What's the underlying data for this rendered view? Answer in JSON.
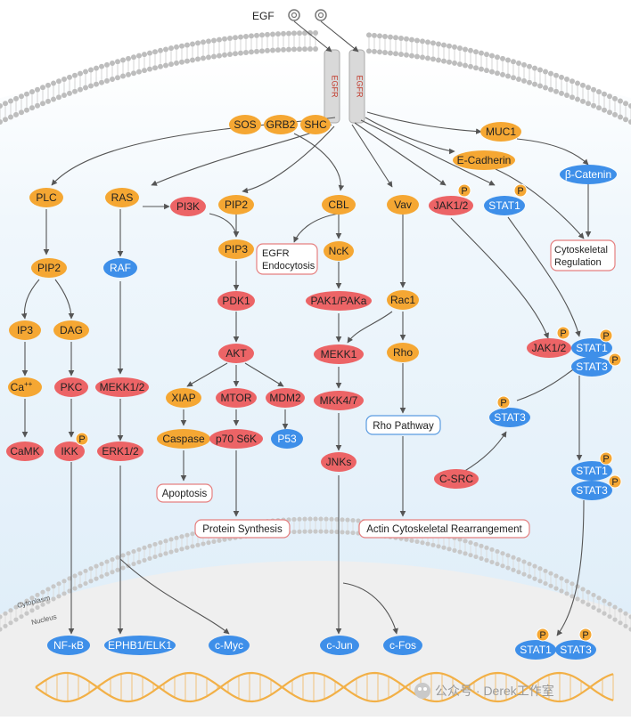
{
  "title": "EGF",
  "colors": {
    "orange": "#f5a733",
    "red": "#ec6466",
    "blue": "#3e8fe9",
    "membrane": "#bdbdbd",
    "arrow": "#555555",
    "dna": "#f2b047",
    "cytoplasm": "#e8f3fb",
    "nucleus": "#efefef"
  },
  "membrane": {
    "receptor_label": "EGFR"
  },
  "compartments": {
    "cytoplasm": "Cytoplasm",
    "nucleus": "Nucleus"
  },
  "nodes": {
    "sos": "SOS",
    "grb2": "GRB2",
    "shc": "SHC",
    "muc1": "MUC1",
    "ecad": "E-Cadherin",
    "bcat": "β-Catenin",
    "plc": "PLC",
    "ras": "RAS",
    "pi3k": "PI3K",
    "pip2b": "PIP2",
    "cbl": "CBL",
    "vav": "Vav",
    "jak": "JAK1/2",
    "stat1top": "STAT1",
    "pip2a": "PIP2",
    "raf": "RAF",
    "pip3": "PIP3",
    "nck": "NcK",
    "ip3": "IP3",
    "dag": "DAG",
    "pdk1": "PDK1",
    "pak": "PAK1/PAKa",
    "rac1": "Rac1",
    "akt": "AKT",
    "mekk1": "MEKK1",
    "rho": "Rho",
    "ca": "Ca",
    "ca_sup": "++",
    "pkc": "PKC",
    "mekk12": "MEKK1/2",
    "xiap": "XIAP",
    "mtor": "MTOR",
    "mdm2": "MDM2",
    "mkk47": "MKK4/7",
    "caspase": "Caspase",
    "p70": "p70 S6K",
    "p53": "P53",
    "camk": "CaMK",
    "ikk": "IKK",
    "erk": "ERK1/2",
    "jnks": "JNKs",
    "stat3mid": "STAT3",
    "csrc": "C-SRC",
    "jak2": "JAK1/2",
    "stat1pair": "STAT1",
    "stat3pair": "STAT3",
    "stat1pair2": "STAT1",
    "stat3pair2": "STAT3",
    "nfkb": "NF-κB",
    "ephb1": "EPHB1/ELK1",
    "cmyc": "c-Myc",
    "cjun": "c-Jun",
    "cfos": "c-Fos",
    "stat1nuc": "STAT1",
    "stat3nuc": "STAT3"
  },
  "boxes": {
    "egfr_endo_1": "EGFR",
    "egfr_endo_2": "Endocytosis",
    "cyto_reg_1": "Cytoskeletal",
    "cyto_reg_2": "Regulation",
    "rho_pathway": "Rho Pathway",
    "apoptosis": "Apoptosis",
    "protein_synthesis": "Protein Synthesis",
    "actin": "Actin Cytoskeletal Rearrangement"
  },
  "phospho": "P",
  "watermark": "公众号 · Derek工作室"
}
